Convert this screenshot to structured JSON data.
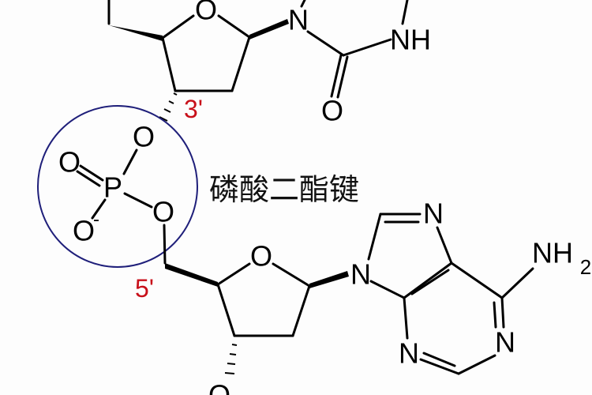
{
  "diagram": {
    "label": "磷酸二酯键",
    "position_labels": {
      "three_prime": "3'",
      "five_prime": "5'"
    },
    "atoms": {
      "O": "O",
      "N": "N",
      "NH": "NH",
      "NH2": "NH",
      "NH2_sub": "2",
      "P": "P",
      "O_minus": "O",
      "minus": "-"
    },
    "colors": {
      "position_label": "#c8101a",
      "highlight_circle": "#1f1f7a",
      "bonds": "#000000"
    }
  }
}
